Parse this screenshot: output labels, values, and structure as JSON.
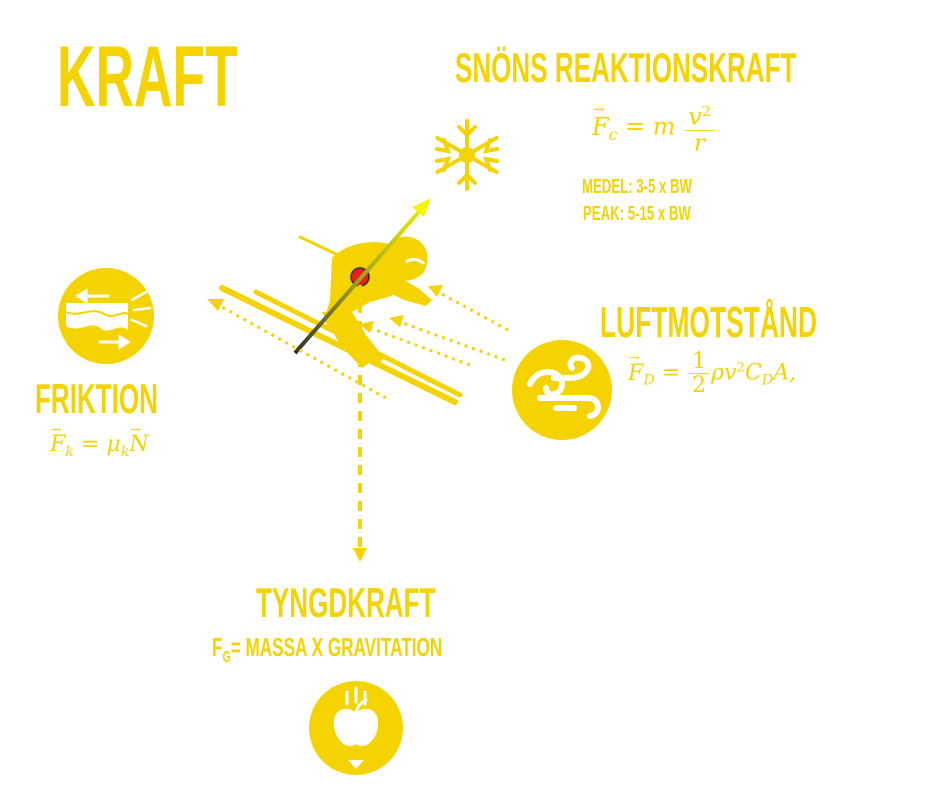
{
  "title": "KRAFT",
  "reaction": {
    "title": "SNÖNS REAKTIONSKRAFT",
    "formula": {
      "lhs": "F",
      "lhs_sub": "c",
      "eq": "=",
      "m": "m",
      "num": "v",
      "num_sup": "2",
      "den": "r"
    },
    "medel": "MEDEL: 3-5 x BW",
    "peak": "PEAK: 5-15 x BW",
    "icon": "snowflake-icon"
  },
  "air": {
    "title": "LUFTMOTSTÅND",
    "formula": {
      "lhs": "F",
      "lhs_sub": "D",
      "eq": "=",
      "num": "1",
      "den": "2",
      "rho": "ρv",
      "v_sup": "2",
      "c": "C",
      "c_sub": "D",
      "tail": "A,"
    },
    "icon": "wind-icon"
  },
  "friction": {
    "title": "FRIKTION",
    "formula": {
      "lhs": "F",
      "lhs_sub": "k",
      "eq": "=",
      "mu": "μ",
      "mu_sub": "k",
      "n": "N"
    },
    "icon": "friction-icon"
  },
  "gravity": {
    "title": "TYNGDKRAFT",
    "formula_pre": "F",
    "formula_sub": "G",
    "formula_post": "= MASSA X GRAVITATION",
    "icon": "falling-apple-icon"
  },
  "colors": {
    "accent": "#f5d300",
    "center_of_mass": "#e8201a",
    "force_vector_start": "#2e2e2e",
    "force_vector_end": "#f5f500"
  }
}
